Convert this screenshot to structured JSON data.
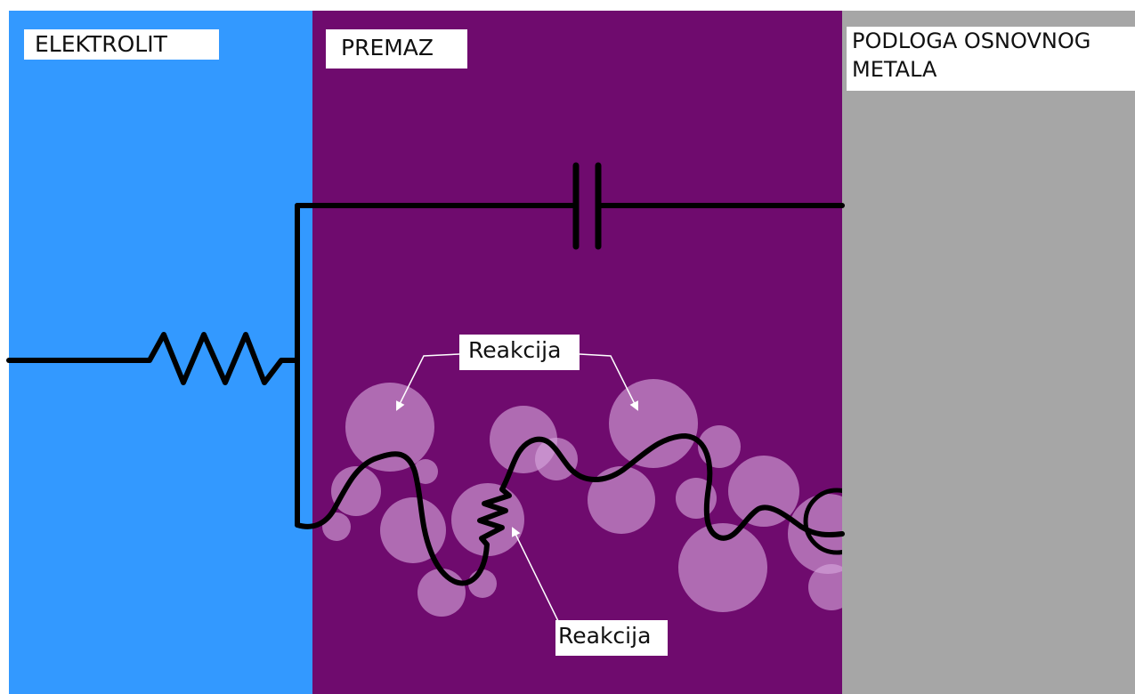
{
  "zones": {
    "electrolyte": {
      "label": "ELEKTROLIT",
      "color": "#3399ff"
    },
    "coating": {
      "label": "PREMAZ",
      "color": "#6f0b6e"
    },
    "substrate": {
      "label": "PODLOGA OSNOVNOG METALA",
      "color": "#a6a6a6"
    }
  },
  "annotations": {
    "reaction_top": "Reakcija",
    "reaction_bottom": "Reakcija"
  },
  "colors": {
    "wire": "#000000",
    "pore": "#d6a6dc",
    "arrow": "#ffffff"
  },
  "components": [
    "resistor-icon",
    "capacitor-icon",
    "pore-resistor-icon"
  ]
}
